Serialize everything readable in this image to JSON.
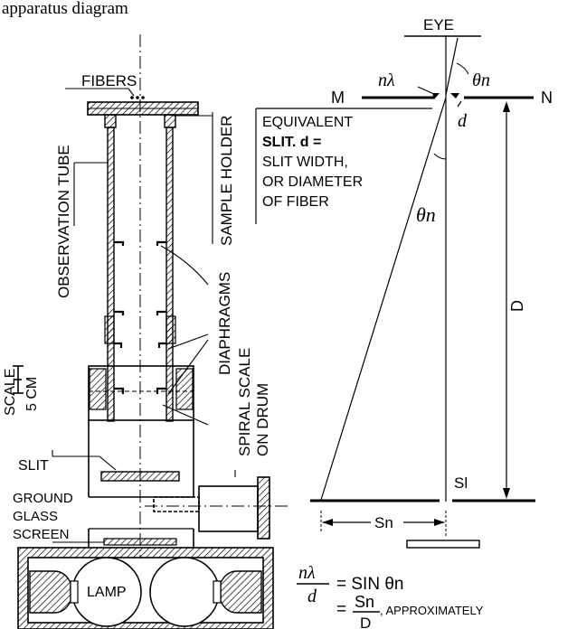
{
  "caption": "apparatus diagram",
  "apparatus": {
    "fibers": "FIBERS",
    "observation_tube": "OBSERVATION TUBE",
    "sample_holder": "SAMPLE HOLDER",
    "diaphragms": "DIAPHRAGMS",
    "spiral_scale": [
      "SPIRAL SCALE",
      "ON DRUM"
    ],
    "scale": [
      "SCALE",
      "5 CM"
    ],
    "slit": "SLIT",
    "ground_glass_screen": [
      "GROUND",
      "GLASS",
      "SCREEN"
    ],
    "lamp": "LAMP"
  },
  "optics": {
    "eye": "EYE",
    "n_lambda": "nλ",
    "theta_n_top": "θn",
    "theta_n_mid": "θn",
    "point_m": "M",
    "point_n": "N",
    "d": "d",
    "equivalent_slit": [
      "EQUIVALENT",
      "SLIT. d =",
      "SLIT WIDTH,",
      "OR DIAMETER",
      "OF FIBER"
    ],
    "distance_d": "D",
    "sl": "Sl",
    "sn": "Sn"
  },
  "formula": {
    "line1_lhs_num": "nλ",
    "line1_lhs_den": "d",
    "line1_rhs": "= SIN θn",
    "line2_eq": "=",
    "line2_num": "Sn",
    "line2_den": "D",
    "line2_suffix": ", APPROXIMATELY"
  }
}
